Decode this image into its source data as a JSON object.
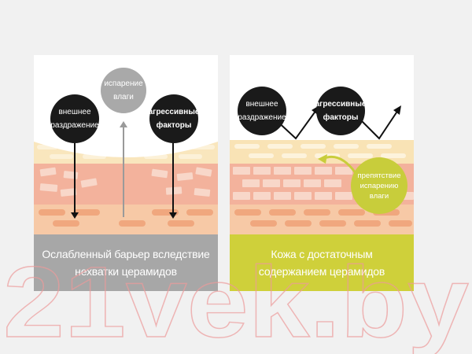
{
  "left_panel": {
    "circle_external": [
      "внешнее",
      "раздражение"
    ],
    "circle_evaporation": [
      "испарение",
      "влаги"
    ],
    "circle_aggressive": [
      "агрессивные",
      "факторы"
    ],
    "caption": [
      "Ослабленный барьер вследствие",
      "нехватки церамидов"
    ]
  },
  "right_panel": {
    "circle_external": [
      "внешнее",
      "раздражение"
    ],
    "circle_aggressive": [
      "агрессивные",
      "факторы"
    ],
    "circle_barrier": [
      "препятствие",
      "испарению",
      "влаги"
    ],
    "caption": [
      "Кожа с достаточным",
      "содержанием церамидов"
    ]
  },
  "watermark": "21vek.by",
  "colors": {
    "skin_top": "#f8e2b7",
    "skin_brick": "#f3b7a2",
    "skin_mortar": "#f7dcd2",
    "gray_caption": "#a7a7a7",
    "lime": "#cfd03a",
    "dark_circle": "#1a1a1a"
  }
}
